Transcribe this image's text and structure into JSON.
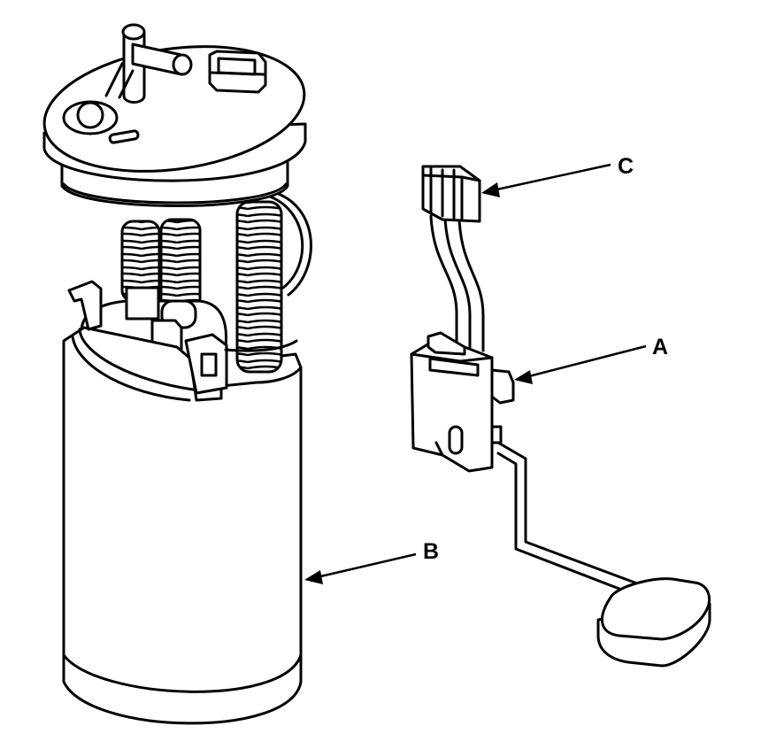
{
  "figure": {
    "callouts": [
      {
        "id": "C",
        "text": "C"
      },
      {
        "id": "A",
        "text": "A"
      },
      {
        "id": "B",
        "text": "B"
      }
    ],
    "line_color": "#000000",
    "background": "#ffffff"
  }
}
